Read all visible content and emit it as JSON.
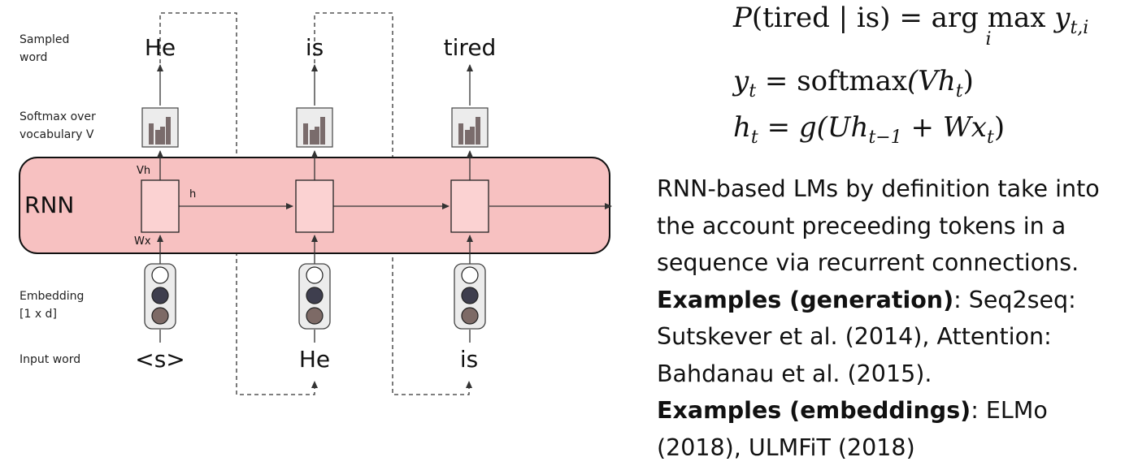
{
  "row_labels": {
    "sampled": [
      "Sampled",
      "word"
    ],
    "softmax": [
      "Softmax over",
      "vocabulary V"
    ],
    "embedding": [
      "Embedding",
      "[1 x d]"
    ],
    "input": "Input word"
  },
  "rnn_label": "RNN",
  "connection_labels": {
    "vh": "Vh",
    "h": "h",
    "wx": "Wx"
  },
  "steps": [
    {
      "input_word": "<s>",
      "sampled_word": "He"
    },
    {
      "input_word": "He",
      "sampled_word": "is"
    },
    {
      "input_word": "is",
      "sampled_word": "tired"
    }
  ],
  "colors": {
    "rnn_band": "#f7c1c1",
    "embed_light": "#ffffff",
    "embed_dark": "#3e3e4e",
    "embed_brown": "#7d6a66",
    "hist_bar": "#7a6c6c",
    "hist_bg": "#ececec"
  },
  "equations": {
    "eq1": {
      "lhs_fn": "P",
      "lhs_args": "(tired | is)",
      "eq": "=",
      "op": "arg max",
      "op_sub": "i",
      "rhs_var": "y",
      "rhs_sub": "t,i"
    },
    "eq2": {
      "var": "y",
      "sub": "t",
      "eq": "=",
      "fn": "softmax",
      "arg": "(Vh",
      "arg_sub": "t",
      "close": ")"
    },
    "eq3": {
      "var": "h",
      "sub": "t",
      "eq": "=",
      "g": "g(Uh",
      "g_sub": "t−1",
      "plus": " + Wx",
      "x_sub": "t",
      "close": ")"
    }
  },
  "text": {
    "intro": "RNN-based LMs by definition take into the account preceeding tokens in a sequence via recurrent connections.",
    "gen_heading": "Examples (generation)",
    "gen_body": ": Seq2seq: Sutskever et al. (2014), Attention: Bahdanau et al. (2015).",
    "emb_heading": "Examples (embeddings)",
    "emb_body": ": ELMo (2018), ULMFiT (2018)"
  }
}
